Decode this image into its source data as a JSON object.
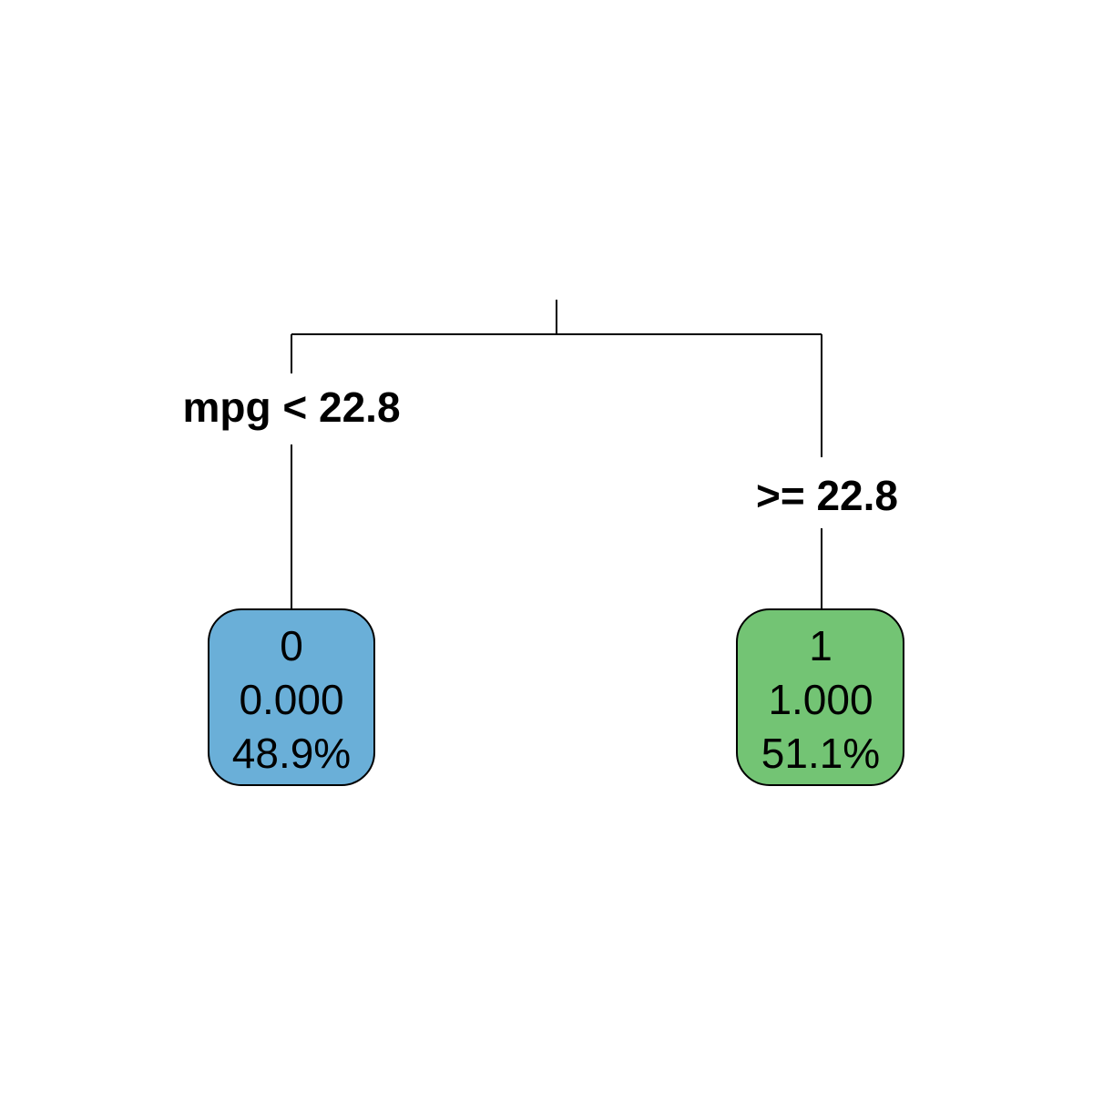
{
  "tree": {
    "split": {
      "left_label": "mpg < 22.8",
      "right_label": ">= 22.8"
    },
    "leaves": [
      {
        "class": "0",
        "value": "0.000",
        "percent": "48.9%",
        "fill": "#6aafd8"
      },
      {
        "class": "1",
        "value": "1.000",
        "percent": "51.1%",
        "fill": "#73c474"
      }
    ]
  }
}
